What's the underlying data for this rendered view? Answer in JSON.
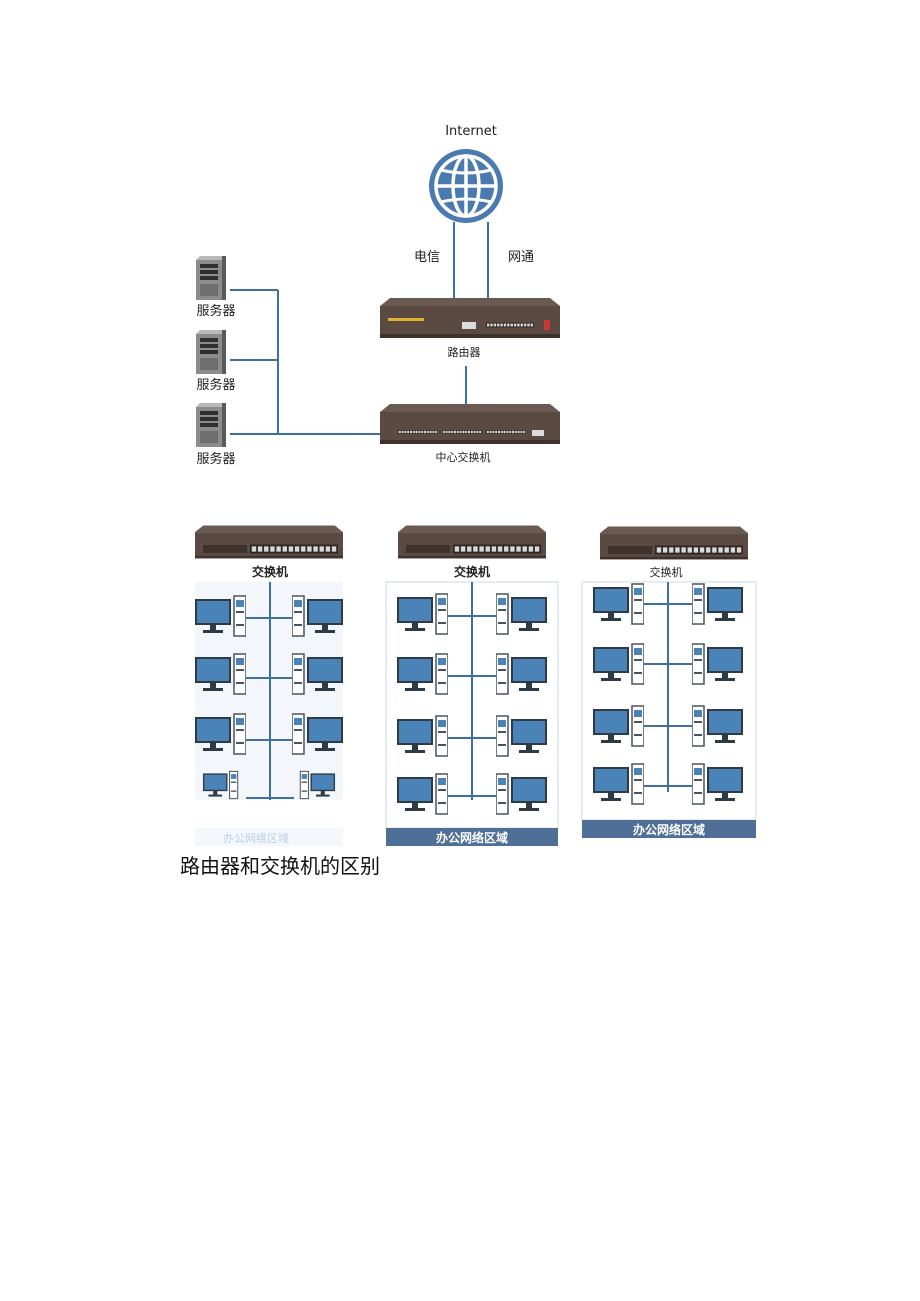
{
  "internet": {
    "label": "Internet"
  },
  "links": {
    "isp_left": "电信",
    "isp_right": "网通"
  },
  "router": {
    "label": "路由器"
  },
  "core_switch": {
    "label": "中心交换机"
  },
  "servers": [
    {
      "label": "服务器"
    },
    {
      "label": "服务器"
    },
    {
      "label": "服务器"
    }
  ],
  "office_zones": [
    {
      "switch_label": "交换机",
      "zone_label": "办公网络区域"
    },
    {
      "switch_label": "交换机",
      "zone_label": "办公网络区域"
    },
    {
      "switch_label": "交换机",
      "zone_label": "办公网络区域"
    }
  ],
  "caption": "路由器和交换机的区别",
  "colors": {
    "network_line": "#3f6f9f",
    "globe": "#4a7ab0",
    "device_body": "#5a4a42",
    "monitor": "#4a83b8",
    "zone_banner": "#4f6f96"
  }
}
